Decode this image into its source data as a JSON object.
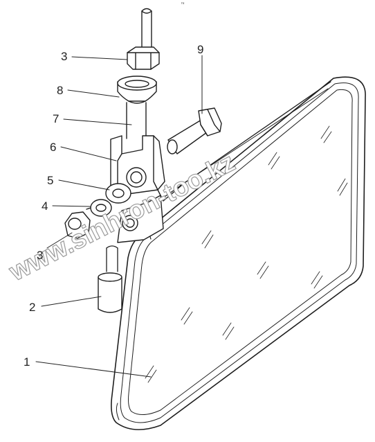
{
  "callouts": [
    "1",
    "2",
    "3",
    "4",
    "5",
    "6",
    "7",
    "8",
    "9",
    "3"
  ],
  "watermark": "www.sinhron-too.kz",
  "header_mark": "ru"
}
